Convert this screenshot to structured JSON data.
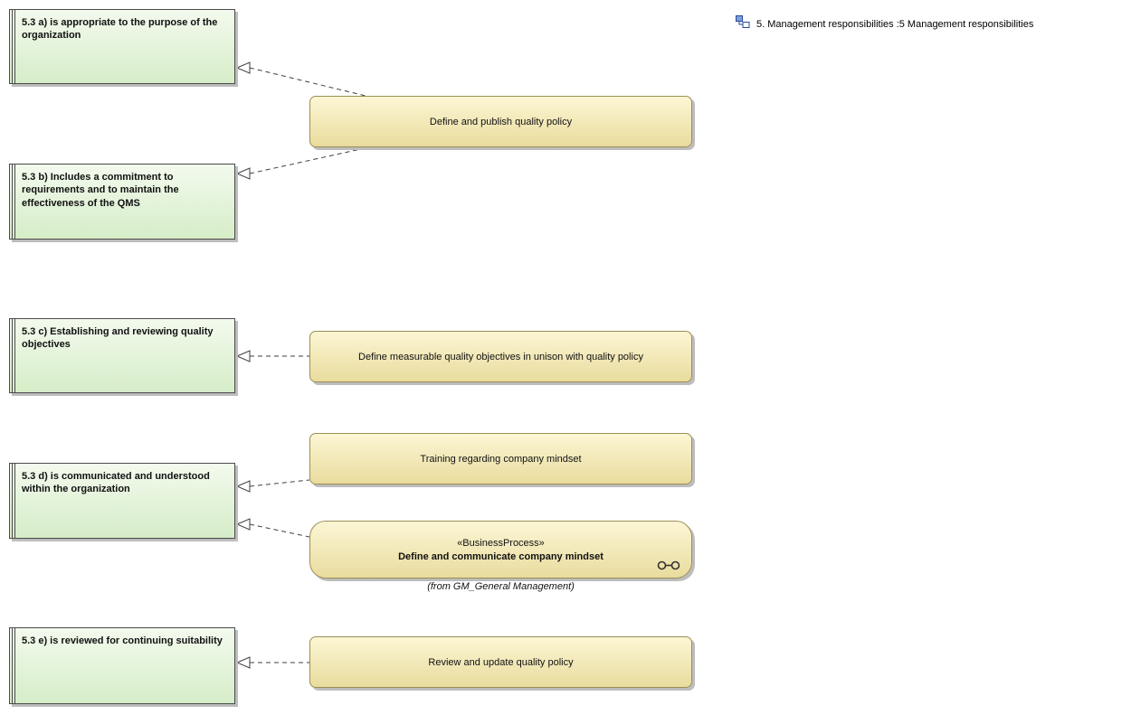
{
  "legend": {
    "label": "5. Management responsibilities :5 Management responsibilities"
  },
  "requirements": [
    {
      "text": "5.3 a) is appropriate to the purpose of the organization"
    },
    {
      "text": "5.3 b) Includes a commitment to requirements and to maintain the effectiveness of the QMS"
    },
    {
      "text": "5.3 c) Establishing and reviewing quality objectives"
    },
    {
      "text": "5.3 d) is communicated and understood within the organization"
    },
    {
      "text": "5.3 e) is reviewed for continuing suitability"
    }
  ],
  "activities": [
    {
      "name": "Define and publish quality policy"
    },
    {
      "name": "Define measurable quality objectives in unison with quality policy"
    },
    {
      "name": "Training regarding company mindset"
    },
    {
      "stereotype": "«BusinessProcess»",
      "name": "Define and communicate company mindset",
      "from": "(from GM_General Management)"
    },
    {
      "name": "Review and update quality policy"
    }
  ],
  "colors": {
    "req-top": "#f3faee",
    "req-bottom": "#d6edc8",
    "req-border": "#4a4a4a",
    "act-top": "#fcf6d5",
    "act-bottom": "#e9dc9e",
    "act-border": "#9a8f55",
    "connector": "#3f3f3f",
    "shadow": "#bdbdbd",
    "legend-blue": "#27479b"
  }
}
